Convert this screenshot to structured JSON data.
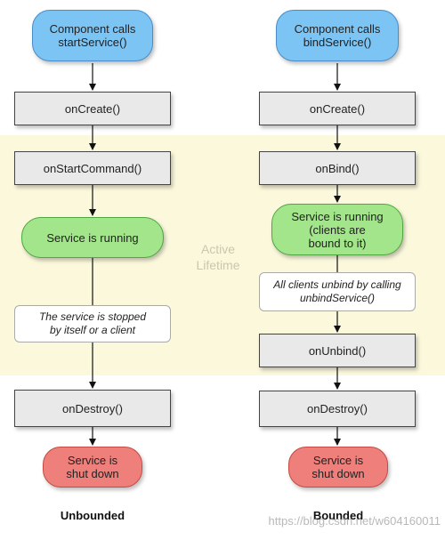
{
  "active_lifetime_label": "Active\nLifetime",
  "unbounded": {
    "start": "Component calls\nstartService()",
    "create": "onCreate()",
    "start_command": "onStartCommand()",
    "running": "Service is running",
    "stopped_note": "The service is stopped\nby itself or a client",
    "destroy": "onDestroy()",
    "shut_down": "Service is\nshut down",
    "footer": "Unbounded"
  },
  "bounded": {
    "start": "Component calls\nbindService()",
    "create": "onCreate()",
    "bind": "onBind()",
    "running": "Service is running\n(clients are\nbound to it)",
    "unbind_note": "All clients unbind by calling\nunbindService()",
    "unbind": "onUnbind()",
    "destroy": "onDestroy()",
    "shut_down": "Service is\nshut down",
    "footer": "Bounded"
  },
  "watermark": "https://blog.csdn.net/w604160011",
  "colors": {
    "start_fill": "#7cc4f4",
    "callback_fill": "#e9e9e9",
    "running_fill": "#a3e58a",
    "shutdown_fill": "#ef7f7a",
    "lifetime_band": "#fbf8dc"
  }
}
